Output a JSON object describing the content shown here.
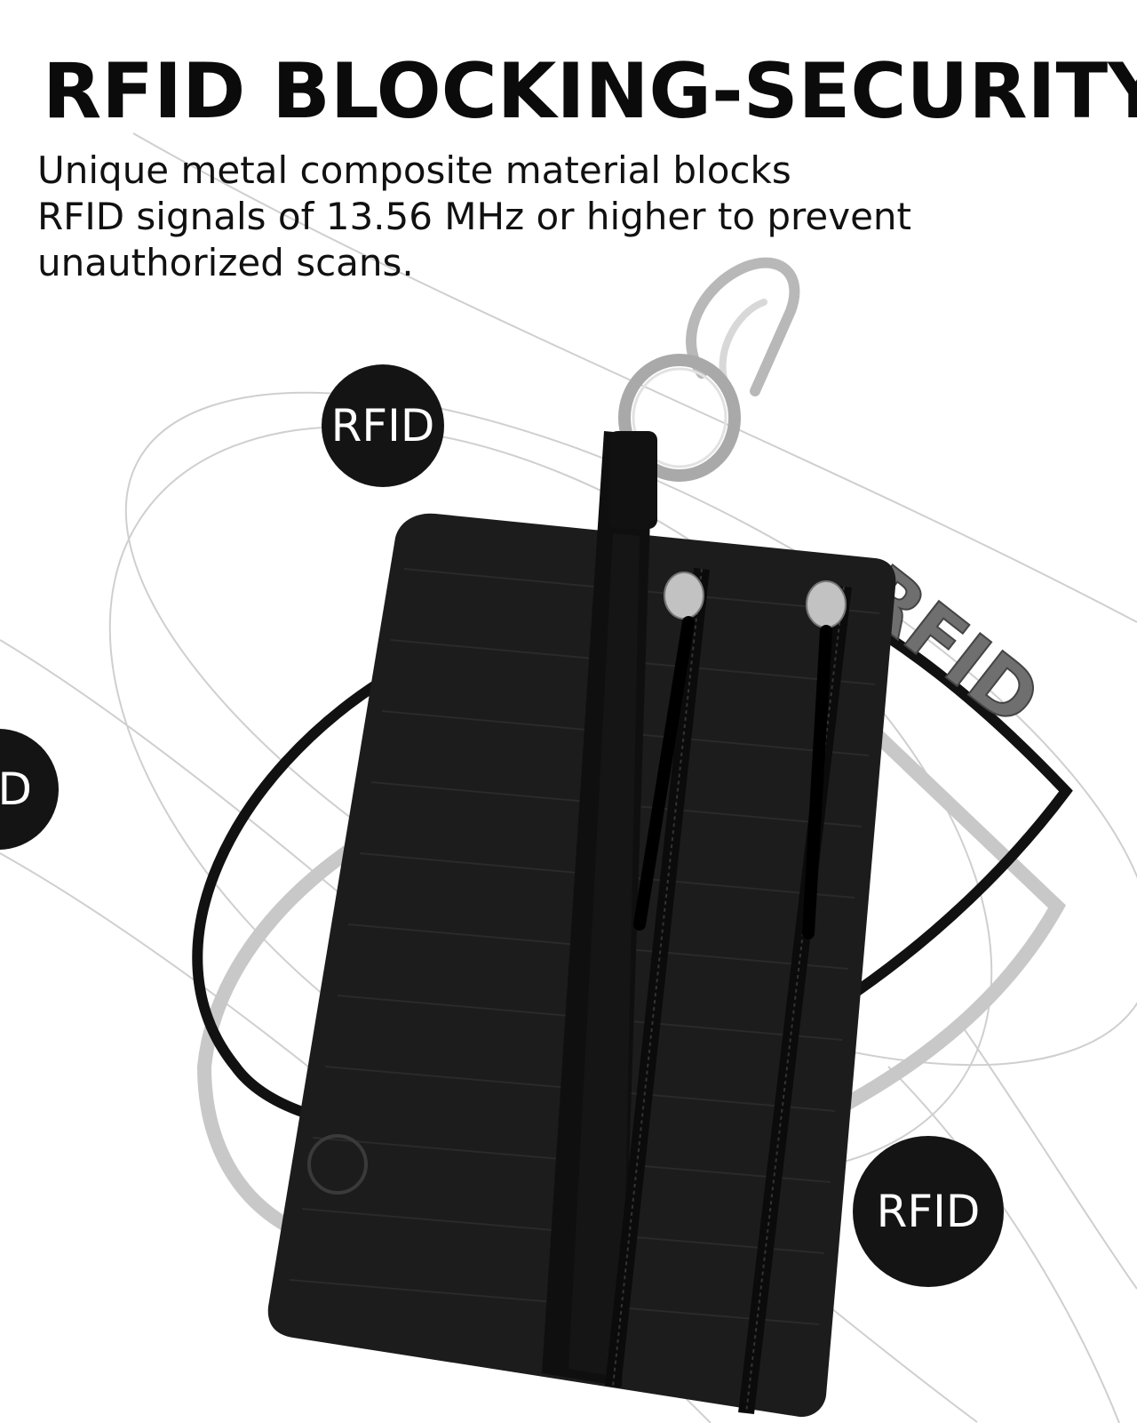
{
  "header": {
    "title": "RFID BLOCKING-SECURITY",
    "description_lines": [
      "Unique metal composite material blocks",
      "RFID signals of 13.56 MHz or higher to prevent",
      "unauthorized scans."
    ]
  },
  "badges": {
    "top_label": "RFID",
    "left_label": "D",
    "bottom_label": "RFID",
    "tilted_label": "RFID"
  },
  "colors": {
    "background": "#ffffff",
    "text": "#111111",
    "badge": "#141414",
    "wallet": "#1c1c1c"
  }
}
